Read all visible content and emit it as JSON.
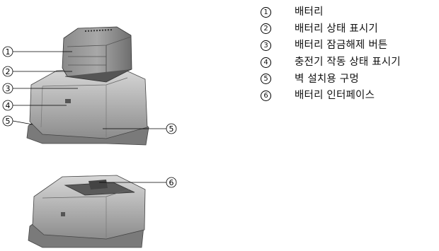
{
  "callouts": [
    "1",
    "2",
    "3",
    "4",
    "5",
    "5",
    "6"
  ],
  "legend": [
    {
      "num": "1",
      "label": "배터리"
    },
    {
      "num": "2",
      "label": "배터리 상태 표시기"
    },
    {
      "num": "3",
      "label": "배터리 잠금해제 버튼"
    },
    {
      "num": "4",
      "label": "충전기 작동 상태 표시기"
    },
    {
      "num": "5",
      "label": "벽 설치용 구멍"
    },
    {
      "num": "6",
      "label": "배터리 인터페이스"
    }
  ]
}
